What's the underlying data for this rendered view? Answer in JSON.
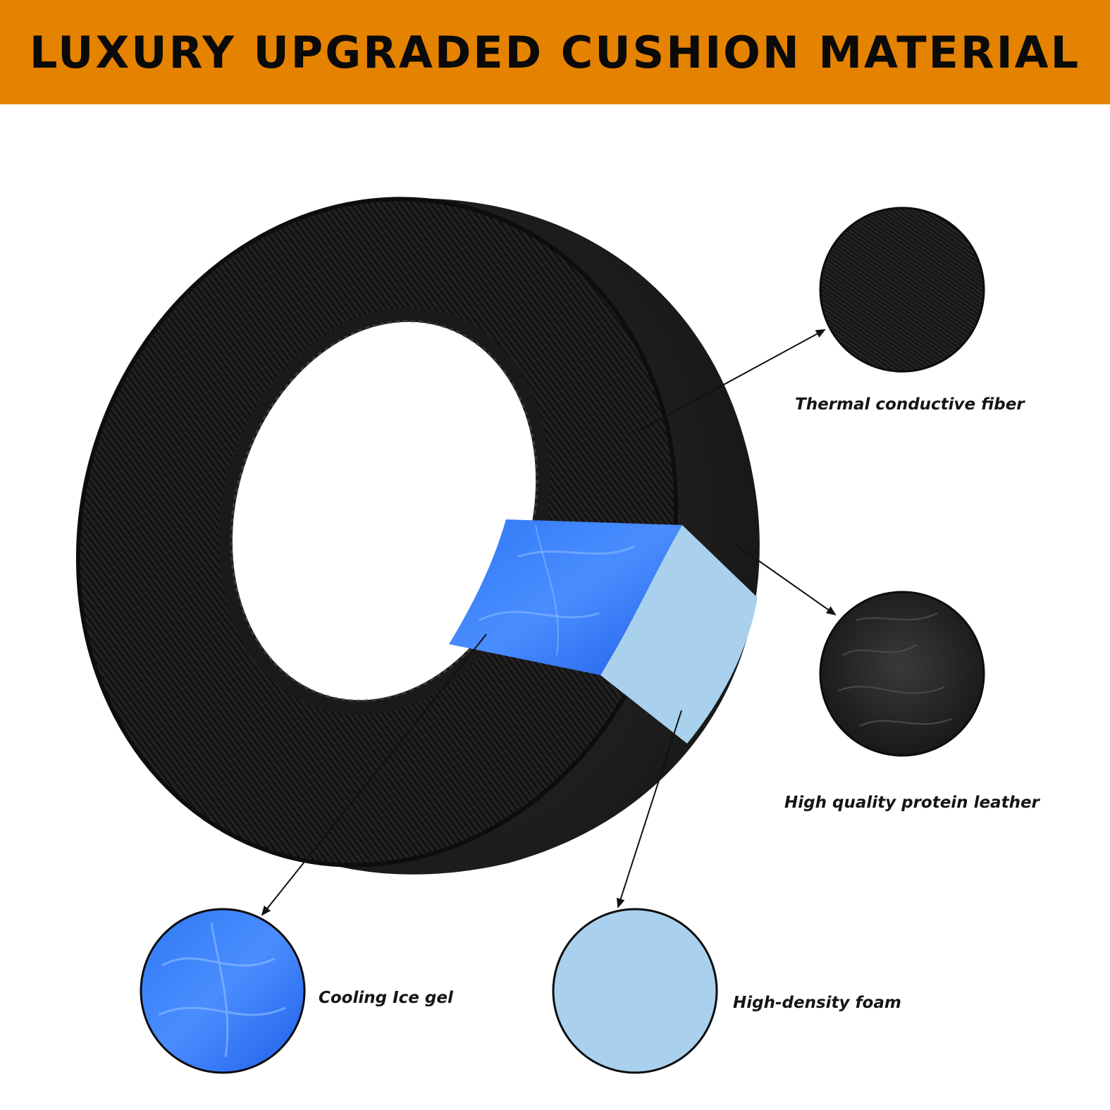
{
  "banner": {
    "title": "LUXURY UPGRADED CUSHION MATERIAL",
    "background_color": "#e58200",
    "text_color": "#0a0a0a"
  },
  "product": {
    "name": "ear-cushion",
    "icon": "ear-cushion-icon"
  },
  "materials": [
    {
      "id": "fiber",
      "label": "Thermal conductive fiber",
      "swatch_color": "#1c1c1c",
      "icon": "fabric-swatch-icon"
    },
    {
      "id": "leather",
      "label": "High quality protein leather",
      "swatch_color": "#262626",
      "icon": "leather-swatch-icon"
    },
    {
      "id": "gel",
      "label": "Cooling Ice gel",
      "swatch_color": "#2a6ef2",
      "icon": "gel-swatch-icon"
    },
    {
      "id": "foam",
      "label": "High-density foam",
      "swatch_color": "#a9d1ee",
      "icon": "foam-swatch-icon"
    }
  ]
}
